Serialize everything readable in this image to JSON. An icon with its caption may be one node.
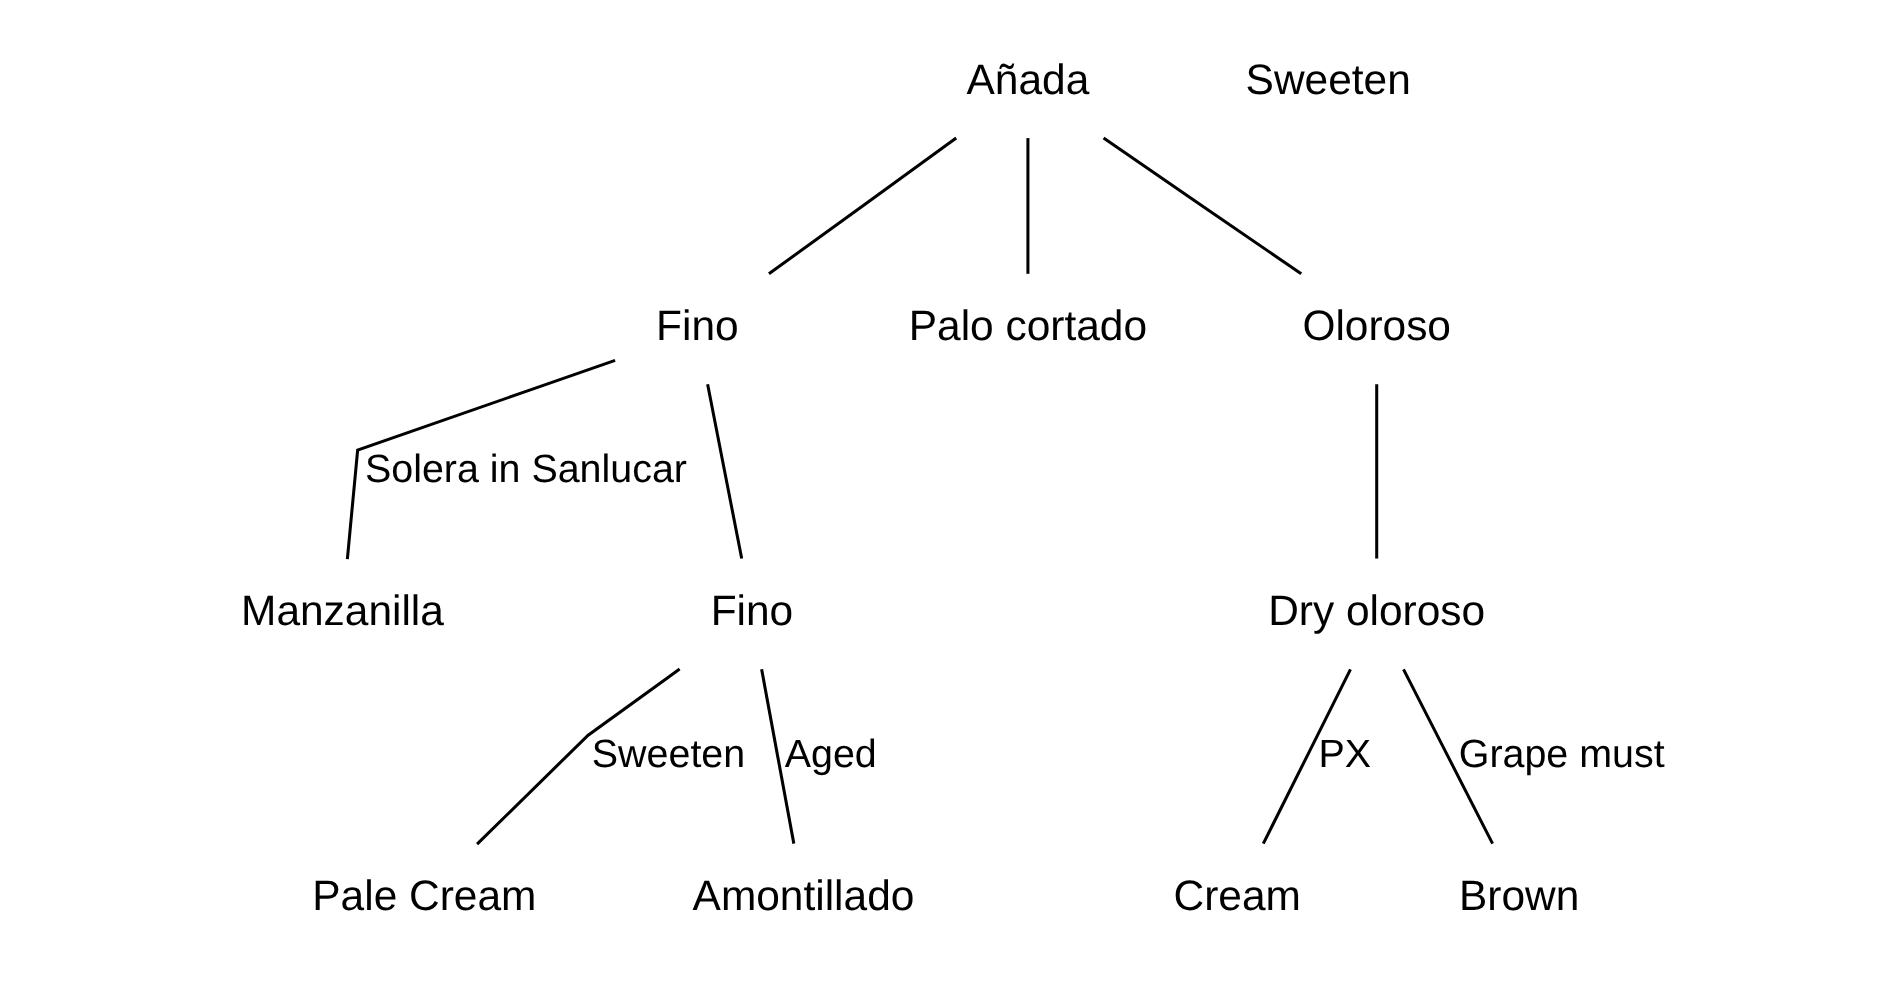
{
  "diagram": {
    "nodes": [
      {
        "text": [
          "Añada"
        ]
      },
      {
        "text": [
          "Fino"
        ]
      },
      {
        "text": [
          "Palo cortado"
        ]
      },
      {
        "text": [
          "Oloroso"
        ]
      },
      {
        "text": [
          "Manzanilla"
        ]
      },
      {
        "text": [
          "Fino"
        ]
      },
      {
        "text": [
          "Pale Cream"
        ]
      },
      {
        "text": [
          "Amontillado"
        ]
      },
      {
        "text": [
          "Dry oloroso"
        ]
      },
      {
        "text": [
          "Cream"
        ]
      },
      {
        "text": [
          "Brown"
        ]
      }
    ],
    "edges": [
      {
        "from": 0,
        "to": 1,
        "arrow": "none"
      },
      {
        "from": 0,
        "to": 2,
        "arrow": "none"
      },
      {
        "from": 0,
        "to": 3,
        "arrow": "none"
      },
      {
        "from": 1,
        "to": 4,
        "arrow": "none",
        "label": "Solera in Sanlucar"
      },
      {
        "from": 1,
        "to": 5,
        "arrow": "none"
      },
      {
        "from": 5,
        "to": 6,
        "arrow": "none",
        "label": "Sweeten"
      },
      {
        "from": 5,
        "to": 7,
        "arrow": "none",
        "label": "Aged"
      },
      {
        "from": 3,
        "to": 8,
        "arrow": "none"
      },
      {
        "from": 8,
        "to": 9,
        "arrow": "none",
        "label": "PX"
      },
      {
        "from": 8,
        "to": 10,
        "arrow": "none",
        "label": "Grape must"
      }
    ],
    "labels": [
      "Sweeten"
    ]
  }
}
